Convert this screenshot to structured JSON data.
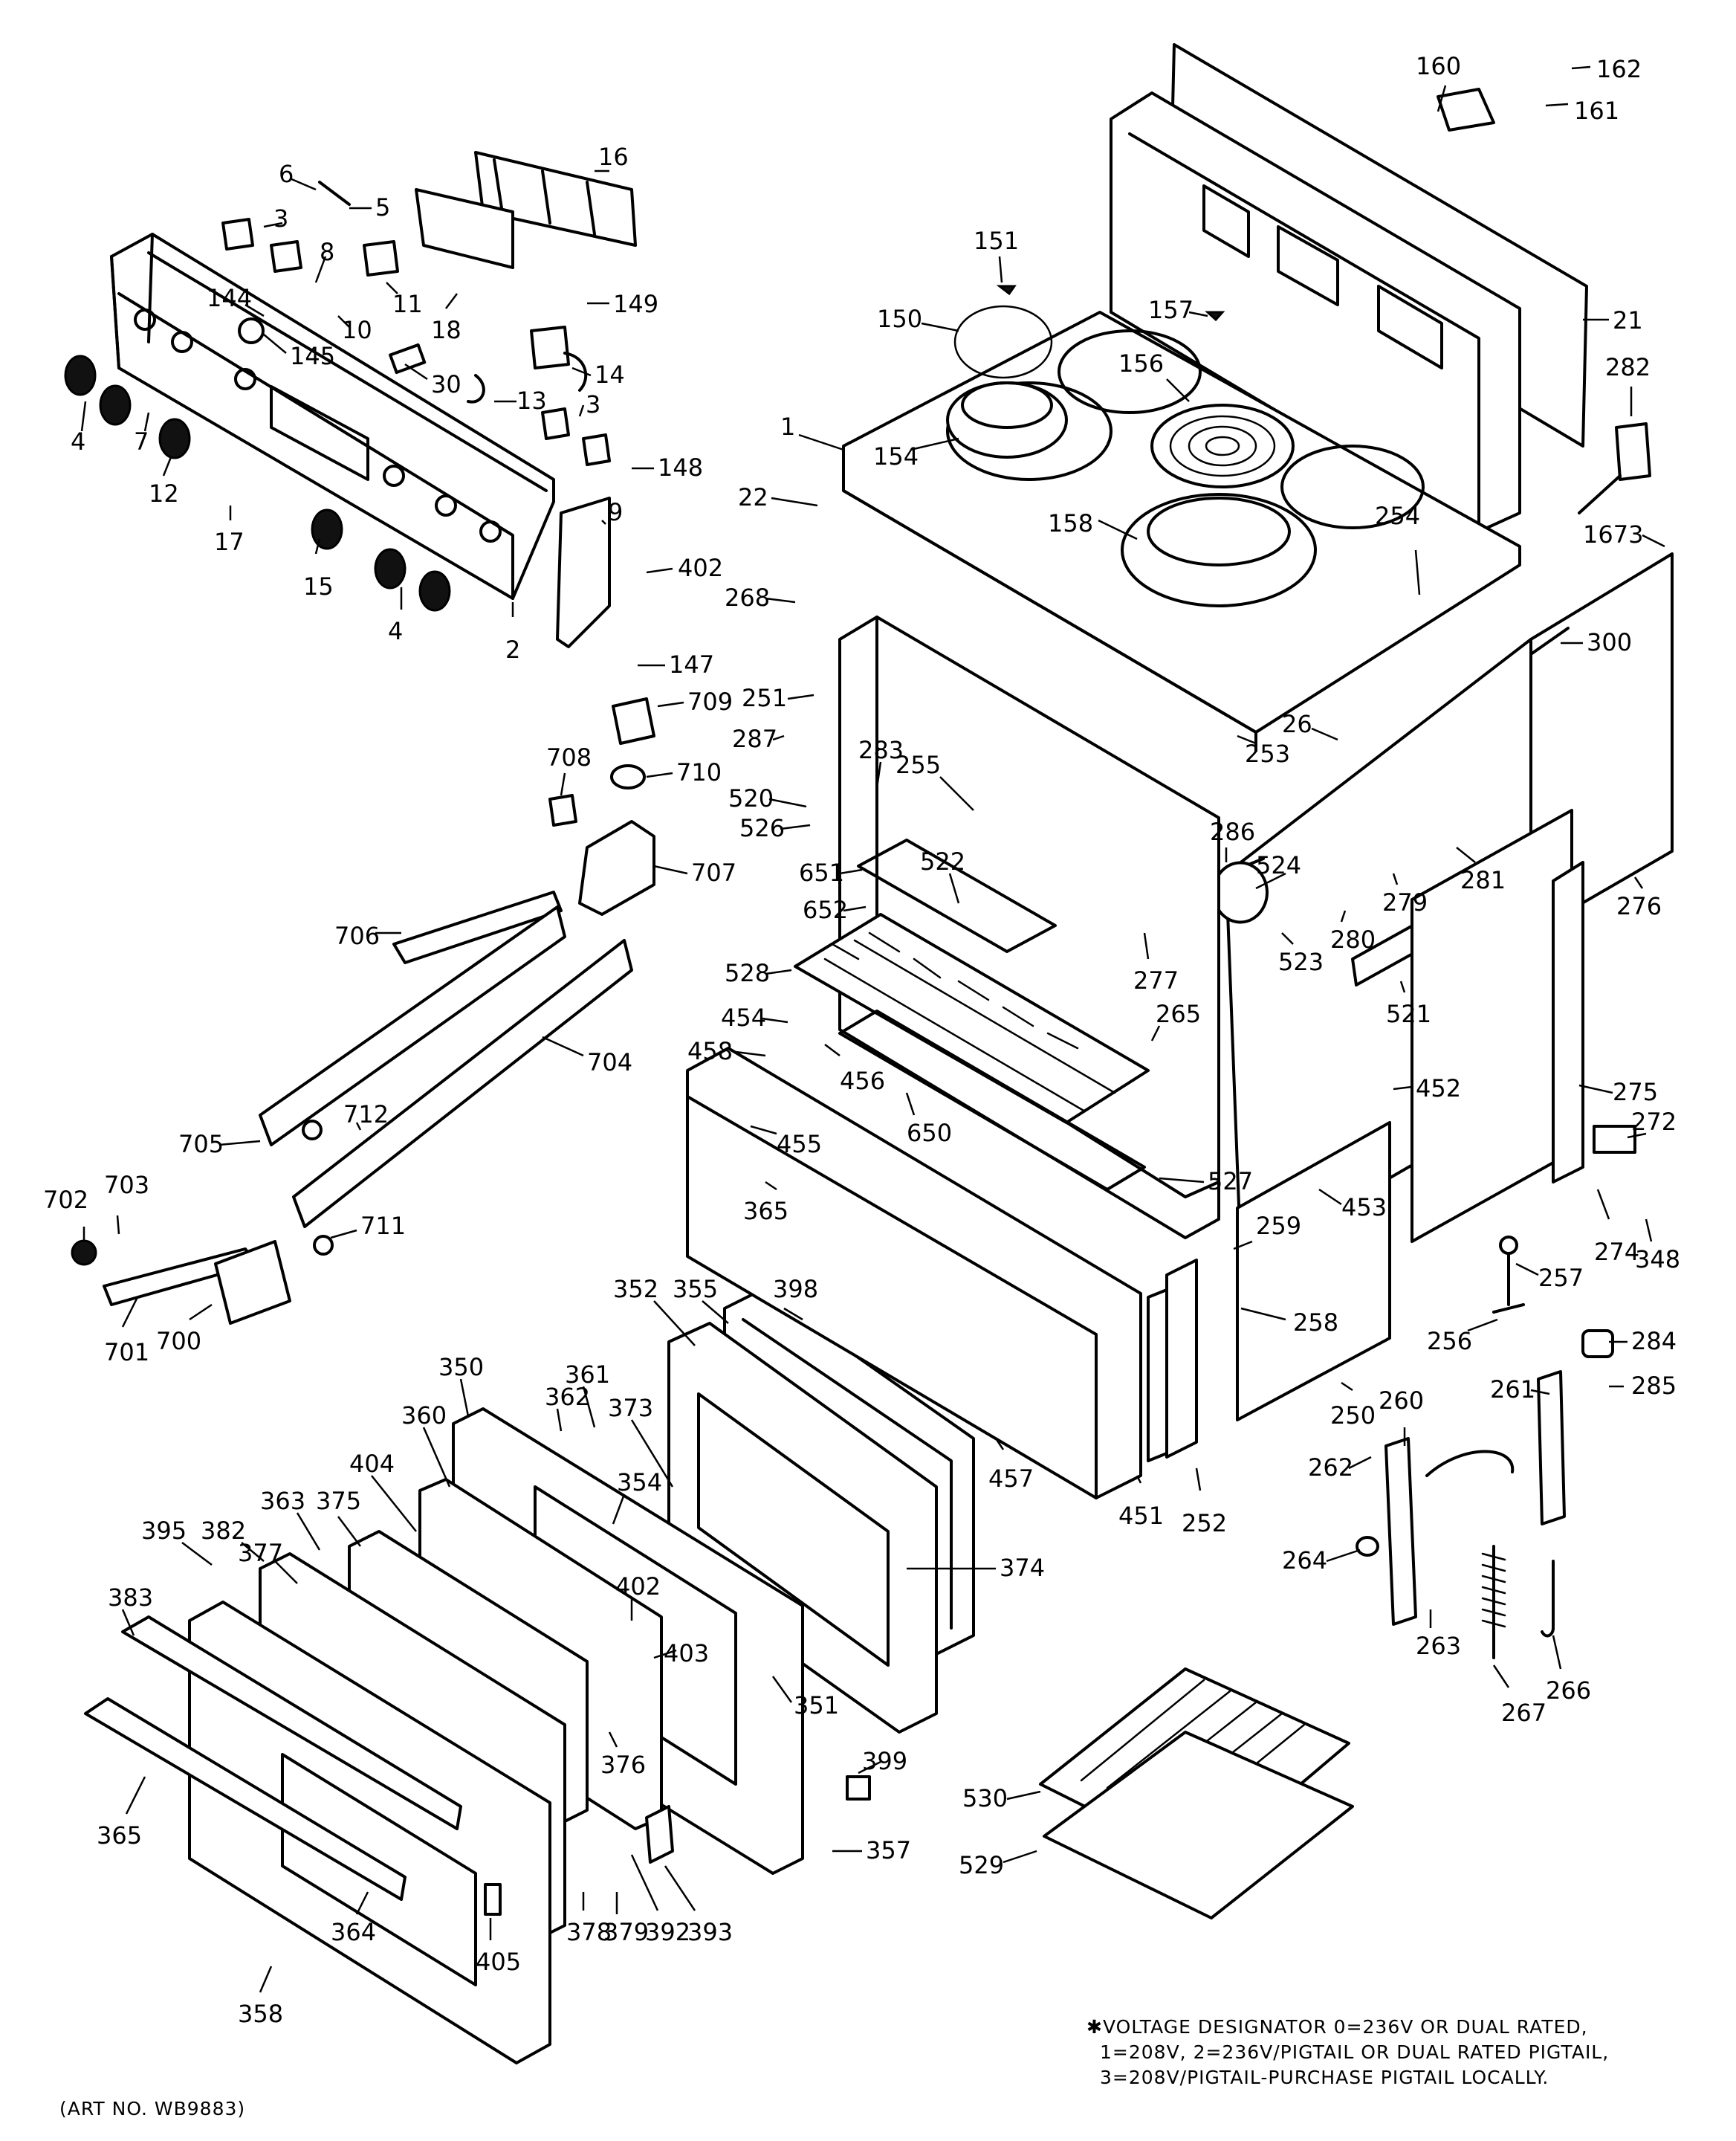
{
  "art_number": "(ART NO. WB9883)",
  "voltage_note": [
    "✱VOLTAGE DESIGNATOR 0=236V OR DUAL RATED,",
    "1=208V, 2=236V/PIGTAIL OR DUAL RATED PIGTAIL,",
    "3=208V/PIGTAIL-PURCHASE PIGTAIL LOCALLY."
  ],
  "callouts": [
    "160",
    "162",
    "161",
    "16",
    "6",
    "5",
    "3",
    "8",
    "11",
    "149",
    "18",
    "144",
    "10",
    "145",
    "151",
    "157",
    "150",
    "21",
    "282",
    "156",
    "14",
    "30",
    "13",
    "4",
    "7",
    "3",
    "12",
    "148",
    "1",
    "154",
    "22",
    "158",
    "254",
    "1673",
    "17",
    "15",
    "4",
    "2",
    "9",
    "402",
    "268",
    "300",
    "147",
    "251",
    "709",
    "253",
    "26",
    "287",
    "283",
    "255",
    "708",
    "710",
    "520",
    "286",
    "526",
    "707",
    "522",
    "281",
    "524",
    "279",
    "651",
    "652",
    "706",
    "276",
    "280",
    "523",
    "528",
    "277",
    "521",
    "454",
    "265",
    "458",
    "456",
    "452",
    "704",
    "275",
    "705",
    "712",
    "650",
    "455",
    "272",
    "527",
    "702",
    "703",
    "365",
    "453",
    "274",
    "711",
    "259",
    "348",
    "257",
    "398",
    "701",
    "700",
    "352",
    "355",
    "258",
    "256",
    "284",
    "350",
    "361",
    "285",
    "261",
    "362",
    "373",
    "360",
    "260",
    "404",
    "262",
    "363",
    "375",
    "250",
    "354",
    "457",
    "451",
    "252",
    "395",
    "382",
    "377",
    "264",
    "402",
    "374",
    "383",
    "263",
    "403",
    "351",
    "376",
    "266",
    "267",
    "399",
    "530",
    "365",
    "357",
    "529",
    "364",
    "405",
    "378",
    "379",
    "392",
    "393",
    "358"
  ]
}
